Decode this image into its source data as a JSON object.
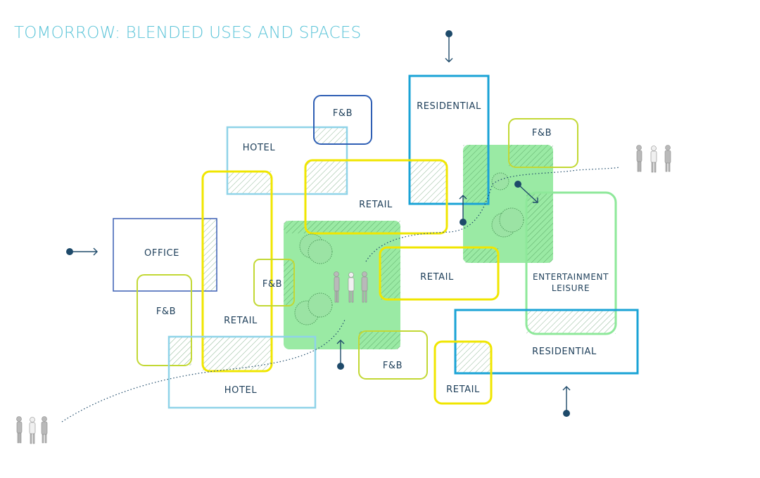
{
  "title": "TOMORROW: BLENDED USES AND SPACES",
  "colors": {
    "title": "#5bc4d8",
    "label": "#1e3f5a",
    "green_space": "#8fe89a",
    "retail": "#f0e600",
    "fnb_lime": "#c2d834",
    "hotel": "#8fd3e8",
    "office": "#3a5fb4",
    "residential": "#1aa3d6",
    "entertainment": "#8ee89a",
    "arrow": "#1e4a6a"
  },
  "zones": {
    "hotel_top": "HOTEL",
    "fnb_top": "F&B",
    "residential_top": "RESIDENTIAL",
    "fnb_top_right": "F&B",
    "retail_center_top": "RETAIL",
    "office": "OFFICE",
    "fnb_small": "F&B",
    "fnb_left": "F&B",
    "retail_left": "RETAIL",
    "retail_center": "RETAIL",
    "entertainment_line1": "ENTERTAINMENT",
    "entertainment_line2": "LEISURE",
    "residential_bottom": "RESIDENTIAL",
    "fnb_bottom": "F&B",
    "hotel_bottom": "HOTEL",
    "retail_bottom": "RETAIL"
  },
  "icons": [
    "arrow-icon",
    "people-icon",
    "tree-icon"
  ]
}
